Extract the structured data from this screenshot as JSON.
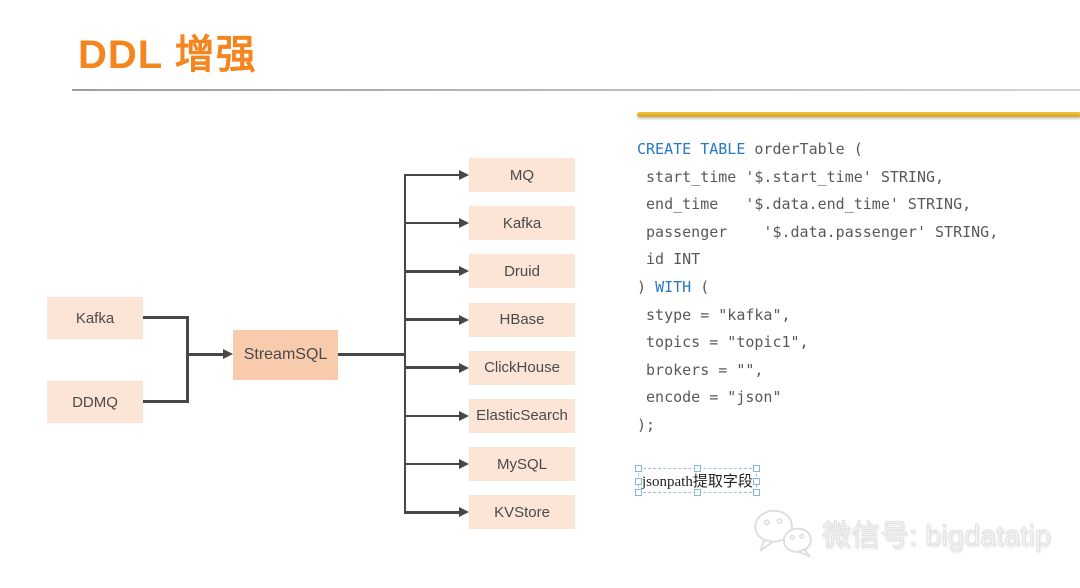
{
  "slide": {
    "title": "DDL 增强",
    "accent_color": "#F5861F",
    "gold_bar_color": "#D9A21F"
  },
  "diagram": {
    "sources": [
      {
        "label": "Kafka"
      },
      {
        "label": "DDMQ"
      }
    ],
    "processor": {
      "label": "StreamSQL"
    },
    "sinks": [
      "MQ",
      "Kafka",
      "Druid",
      "HBase",
      "ClickHouse",
      "ElasticSearch",
      "MySQL",
      "KVStore"
    ],
    "box_fill_light": "#FCE5D6",
    "box_fill_dark": "#F8CBAD",
    "line_color": "#474747"
  },
  "code": {
    "keyword_color": "#2478C9",
    "text_color": "#595959",
    "keywords": [
      "CREATE TABLE",
      "WITH"
    ],
    "lines": [
      "CREATE TABLE orderTable (",
      " start_time '$.start_time' STRING,",
      " end_time   '$.data.end_time' STRING,",
      " passenger    '$.data.passenger' STRING,",
      " id INT",
      ") WITH (",
      " stype = \"kafka\",",
      " topics = \"topic1\",",
      " brokers = \"\",",
      " encode = \"json\"",
      ");"
    ]
  },
  "annotation": {
    "label": "jsonpath提取字段"
  },
  "watermark": {
    "label": "微信号: bigdatatip",
    "icon": "wechat-icon"
  }
}
